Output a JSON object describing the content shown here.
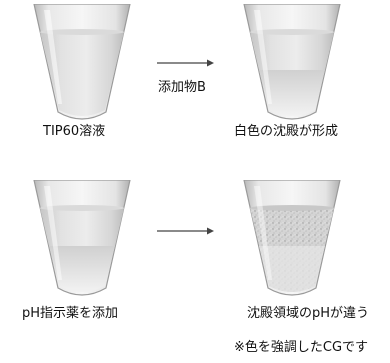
{
  "top_row": {
    "tube_left_label": "TIP60溶液",
    "arrow_label": "添加物B",
    "tube_right_label": "白色の沈殿が形成"
  },
  "bottom_row": {
    "tube_left_label": "pH指示薬を添加",
    "tube_right_label": "沈殿領域のpHが違う"
  },
  "footnote": "※色を強調したCGです"
}
